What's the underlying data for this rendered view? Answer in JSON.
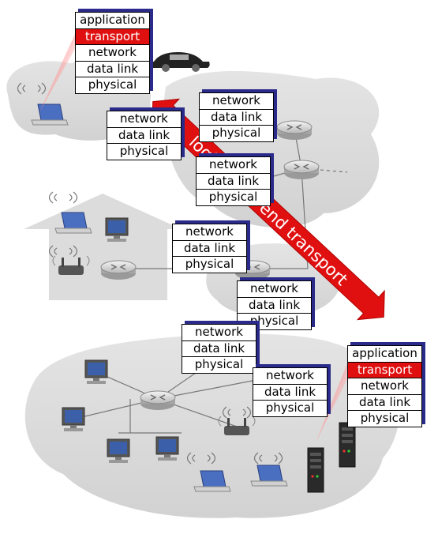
{
  "host_top": {
    "layers": [
      "application",
      "transport",
      "network",
      "data link",
      "physical"
    ]
  },
  "router_stacks": [
    {
      "id": "a",
      "layers": [
        "network",
        "data link",
        "physical"
      ]
    },
    {
      "id": "b",
      "layers": [
        "network",
        "data link",
        "physical"
      ]
    },
    {
      "id": "c",
      "layers": [
        "network",
        "data link",
        "physical"
      ]
    },
    {
      "id": "d",
      "layers": [
        "network",
        "data link",
        "physical"
      ]
    },
    {
      "id": "e",
      "layers": [
        "network",
        "data link",
        "physical"
      ]
    },
    {
      "id": "f",
      "layers": [
        "network",
        "data link",
        "physical"
      ]
    },
    {
      "id": "g",
      "layers": [
        "network",
        "data link",
        "physical"
      ]
    }
  ],
  "host_bottom": {
    "layers": [
      "application",
      "transport",
      "network",
      "data link",
      "physical"
    ]
  },
  "arrow": {
    "label": "logical end-end transport",
    "color": "#e01010"
  },
  "icons": [
    "laptop-icon",
    "car-icon",
    "router-icon",
    "desktop-icon",
    "wireless-access-point-icon",
    "server-icon"
  ]
}
